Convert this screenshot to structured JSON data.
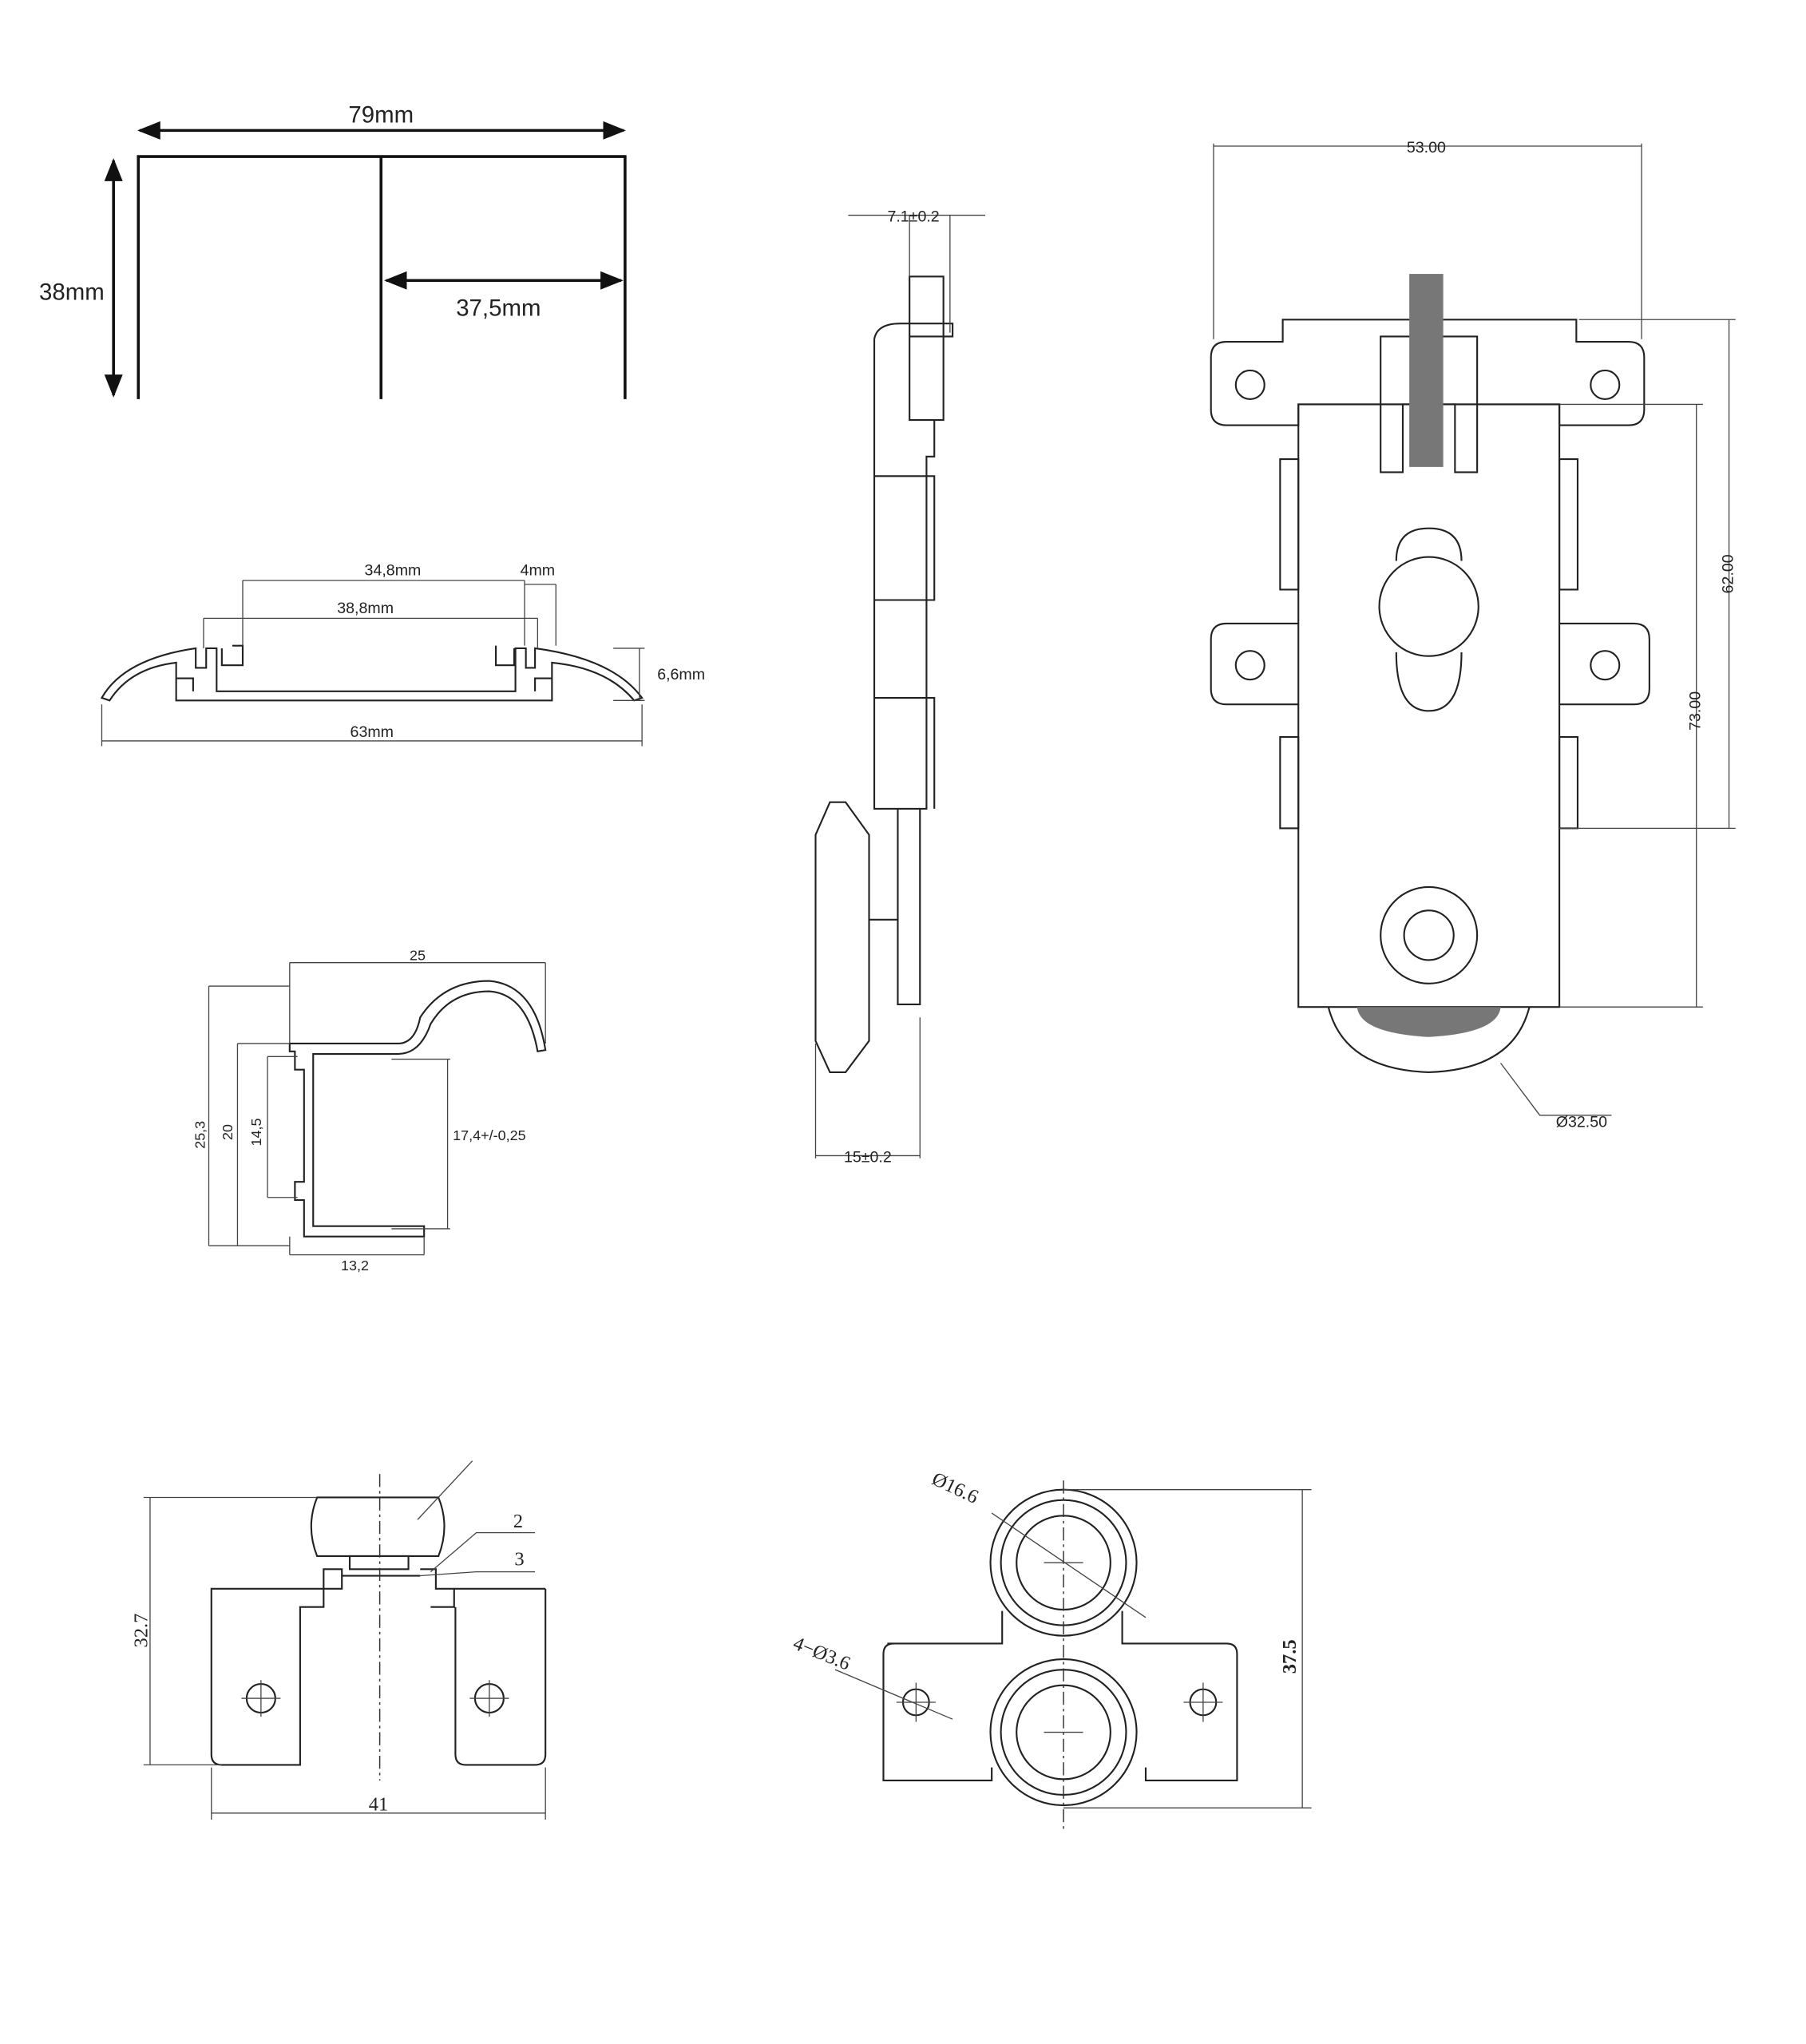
{
  "drawings": {
    "rail_channel": {
      "width": "79mm",
      "height": "38mm",
      "half_width": "37,5mm"
    },
    "track_profile": {
      "inner_width": "34,8mm",
      "groove_width": "38,8mm",
      "lip": "4mm",
      "height": "6,6mm",
      "overall_width": "63mm"
    },
    "handle_profile": {
      "top_width": "25",
      "overall_height": "25,3",
      "height_20": "20",
      "height_14": "14,5",
      "inner_height": "17,4+/-0,25",
      "base_width": "13,2"
    },
    "roller_side": {
      "top_width": "7.1±0.2",
      "bottom_width": "15±0.2"
    },
    "roller_front": {
      "width": "53.00",
      "height_62": "62.00",
      "height_73": "73.00",
      "wheel_diameter": "Ø32.50"
    },
    "bottom_guide_side": {
      "height": "32.7",
      "width": "41",
      "part_2": "2",
      "part_3": "3"
    },
    "bottom_guide_top": {
      "wheel_diameter": "Ø16.6",
      "holes": "4−Ø3.6",
      "height": "37.5"
    }
  }
}
